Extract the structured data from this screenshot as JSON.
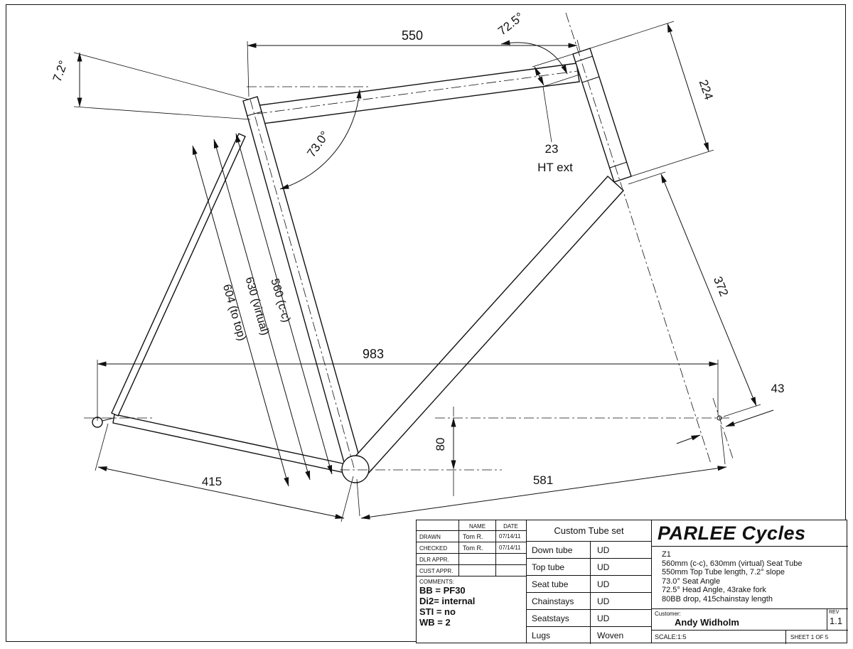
{
  "colors": {
    "ink": "#1a1a1a",
    "paper": "#ffffff"
  },
  "drawing": {
    "dim_top_tube": "550",
    "dim_head_angle": "72.5°",
    "dim_slope": "7.2°",
    "dim_head_length": "224",
    "dim_ht_ext_value": "23",
    "dim_ht_ext_label": "HT ext",
    "dim_seat_angle": "73.0°",
    "dim_seat_cc": "560 (c-c)",
    "dim_seat_virtual": "630 (virtual)",
    "dim_seat_top": "604 (to top)",
    "dim_front_axle": "983",
    "dim_fork": "372",
    "dim_bb_drop": "80",
    "dim_rake": "43",
    "dim_chainstay": "415",
    "dim_front_center": "581"
  },
  "titleblock": {
    "approvals": {
      "header": {
        "name": "NAME",
        "date": "DATE"
      },
      "rows": [
        {
          "label": "DRAWN",
          "name": "Tom R.",
          "date": "07/14/11"
        },
        {
          "label": "CHECKED",
          "name": "Tom R.",
          "date": "07/14/11"
        },
        {
          "label": "DLR APPR.",
          "name": "",
          "date": ""
        },
        {
          "label": "CUST APPR.",
          "name": "",
          "date": ""
        }
      ],
      "comments_label": "COMMENTS:",
      "comments": [
        "BB = PF30",
        "Di2= internal",
        "STI = no",
        "WB = 2"
      ]
    },
    "tubeset": {
      "title": "Custom Tube set",
      "rows": [
        {
          "part": "Down tube",
          "value": "UD"
        },
        {
          "part": "Top tube",
          "value": "UD"
        },
        {
          "part": "Seat tube",
          "value": "UD"
        },
        {
          "part": "Chainstays",
          "value": "UD"
        },
        {
          "part": "Seatstays",
          "value": "UD"
        },
        {
          "part": "Lugs",
          "value": "Woven"
        }
      ]
    },
    "brand": "PARLEE Cycles",
    "spec": [
      "Z1",
      "560mm (c-c), 630mm (virtual) Seat Tube",
      "550mm Top Tube length, 7.2° slope",
      "73.0° Seat Angle",
      "72.5° Head Angle, 43rake fork",
      "80BB drop, 415chainstay length"
    ],
    "customer_label": "Customer:",
    "customer": "Andy Widholm",
    "rev_label": "REV",
    "rev": "1.1",
    "scale": "SCALE:1:5",
    "sheet": "SHEET 1 OF 5"
  }
}
